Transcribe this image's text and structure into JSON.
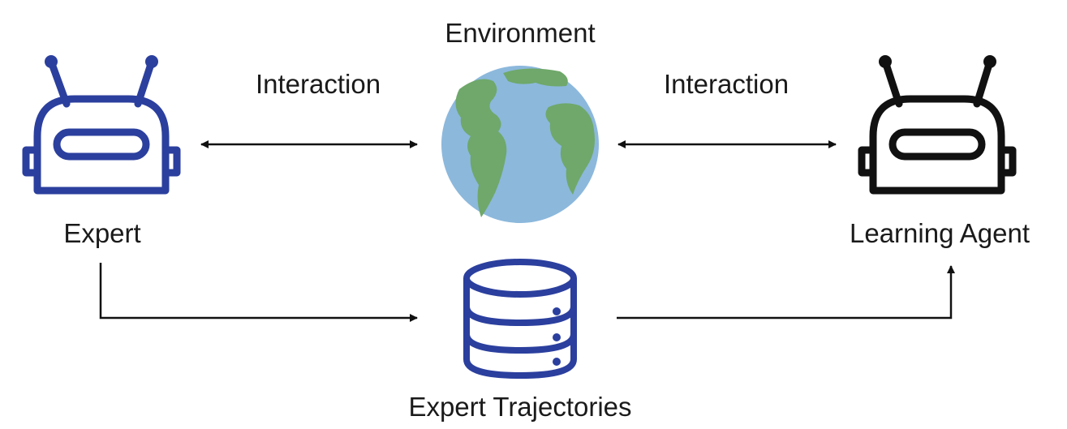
{
  "diagram": {
    "labels": {
      "environment": "Environment",
      "interaction_left": "Interaction",
      "interaction_right": "Interaction",
      "expert": "Expert",
      "learning_agent": "Learning Agent",
      "expert_trajectories": "Expert Trajectories"
    },
    "icons": {
      "expert": "robot-icon",
      "learning_agent": "robot-icon",
      "environment": "globe-icon",
      "trajectories": "database-icon"
    },
    "colors": {
      "expert": "#2b3f9e",
      "learning_agent": "#111111",
      "database": "#2b3f9e",
      "ocean": "#8cb8dc",
      "land": "#6fa86a",
      "arrow": "#111111"
    }
  }
}
